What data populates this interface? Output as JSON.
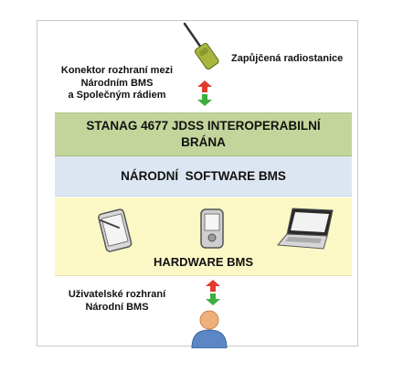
{
  "labels": {
    "radio": "Zapůjčená radiostanice",
    "connector_line1": "Konektor rozhraní mezi",
    "connector_line2": "Národním BMS",
    "connector_line3": "a Společným rádiem",
    "user_line1": "Uživatelské rozhraní",
    "user_line2": "Národní BMS"
  },
  "layers": {
    "gateway_line1": "STANAG 4677 JDSS INTEROPERABILNÍ",
    "gateway_line2": "BRÁNA",
    "software": "NÁRODNÍ  SOFTWARE BMS",
    "hardware": "HARDWARE BMS"
  },
  "colors": {
    "gateway": "#c4d59b",
    "software": "#dce6f3",
    "hardware": "#fbf8c6",
    "arrow_up": "#e23b2e",
    "arrow_down": "#3fae3f"
  },
  "icons": [
    "radio-icon",
    "tablet-icon",
    "pda-icon",
    "laptop-icon",
    "user-icon",
    "arrow-up-icon",
    "arrow-down-icon"
  ]
}
